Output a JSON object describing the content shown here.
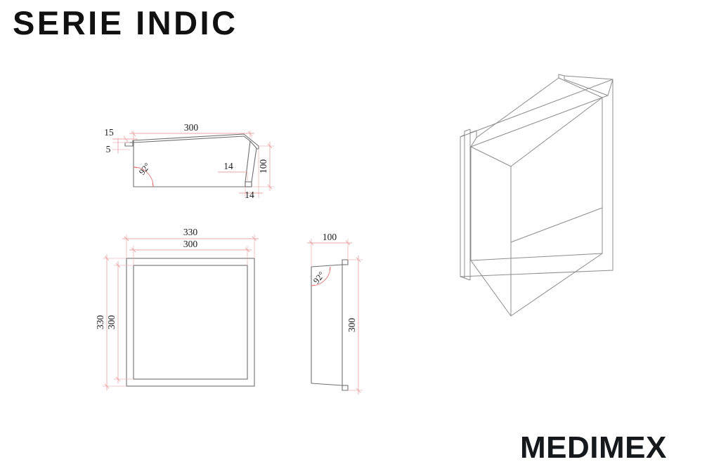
{
  "sheet": {
    "title": "SERIE INDIC",
    "brand": "MEDIMEX",
    "background_color": "#ffffff",
    "object_line_color": "#6f6f6f",
    "dimension_line_color": "#e9a7a7",
    "text_color": "#1a1a1a"
  },
  "views": {
    "top_section": {
      "name": "top-section-view",
      "dimensions": {
        "flange_width": "15",
        "flange_height": "5",
        "overall_width": "300",
        "lip_horizontal": "14",
        "depth": "100",
        "lip_bottom": "14",
        "angle": "92°"
      }
    },
    "front": {
      "name": "front-view",
      "dimensions": {
        "outer_width": "330",
        "inner_width": "300",
        "outer_height": "330",
        "inner_height": "300"
      }
    },
    "side": {
      "name": "side-view",
      "dimensions": {
        "depth": "100",
        "angle": "92°",
        "height": "300"
      }
    },
    "isometric": {
      "name": "isometric-view",
      "label": ""
    }
  },
  "labels": {
    "d15": "15",
    "d5": "5",
    "d300_top": "300",
    "d14_right": "14",
    "d100_right": "100",
    "d14_bottom": "14",
    "ang92_top": "92°",
    "d330_w": "330",
    "d300_w": "300",
    "d330_h": "330",
    "d300_h": "300",
    "d100_side": "100",
    "ang92_side": "92°",
    "d300_side": "300"
  }
}
